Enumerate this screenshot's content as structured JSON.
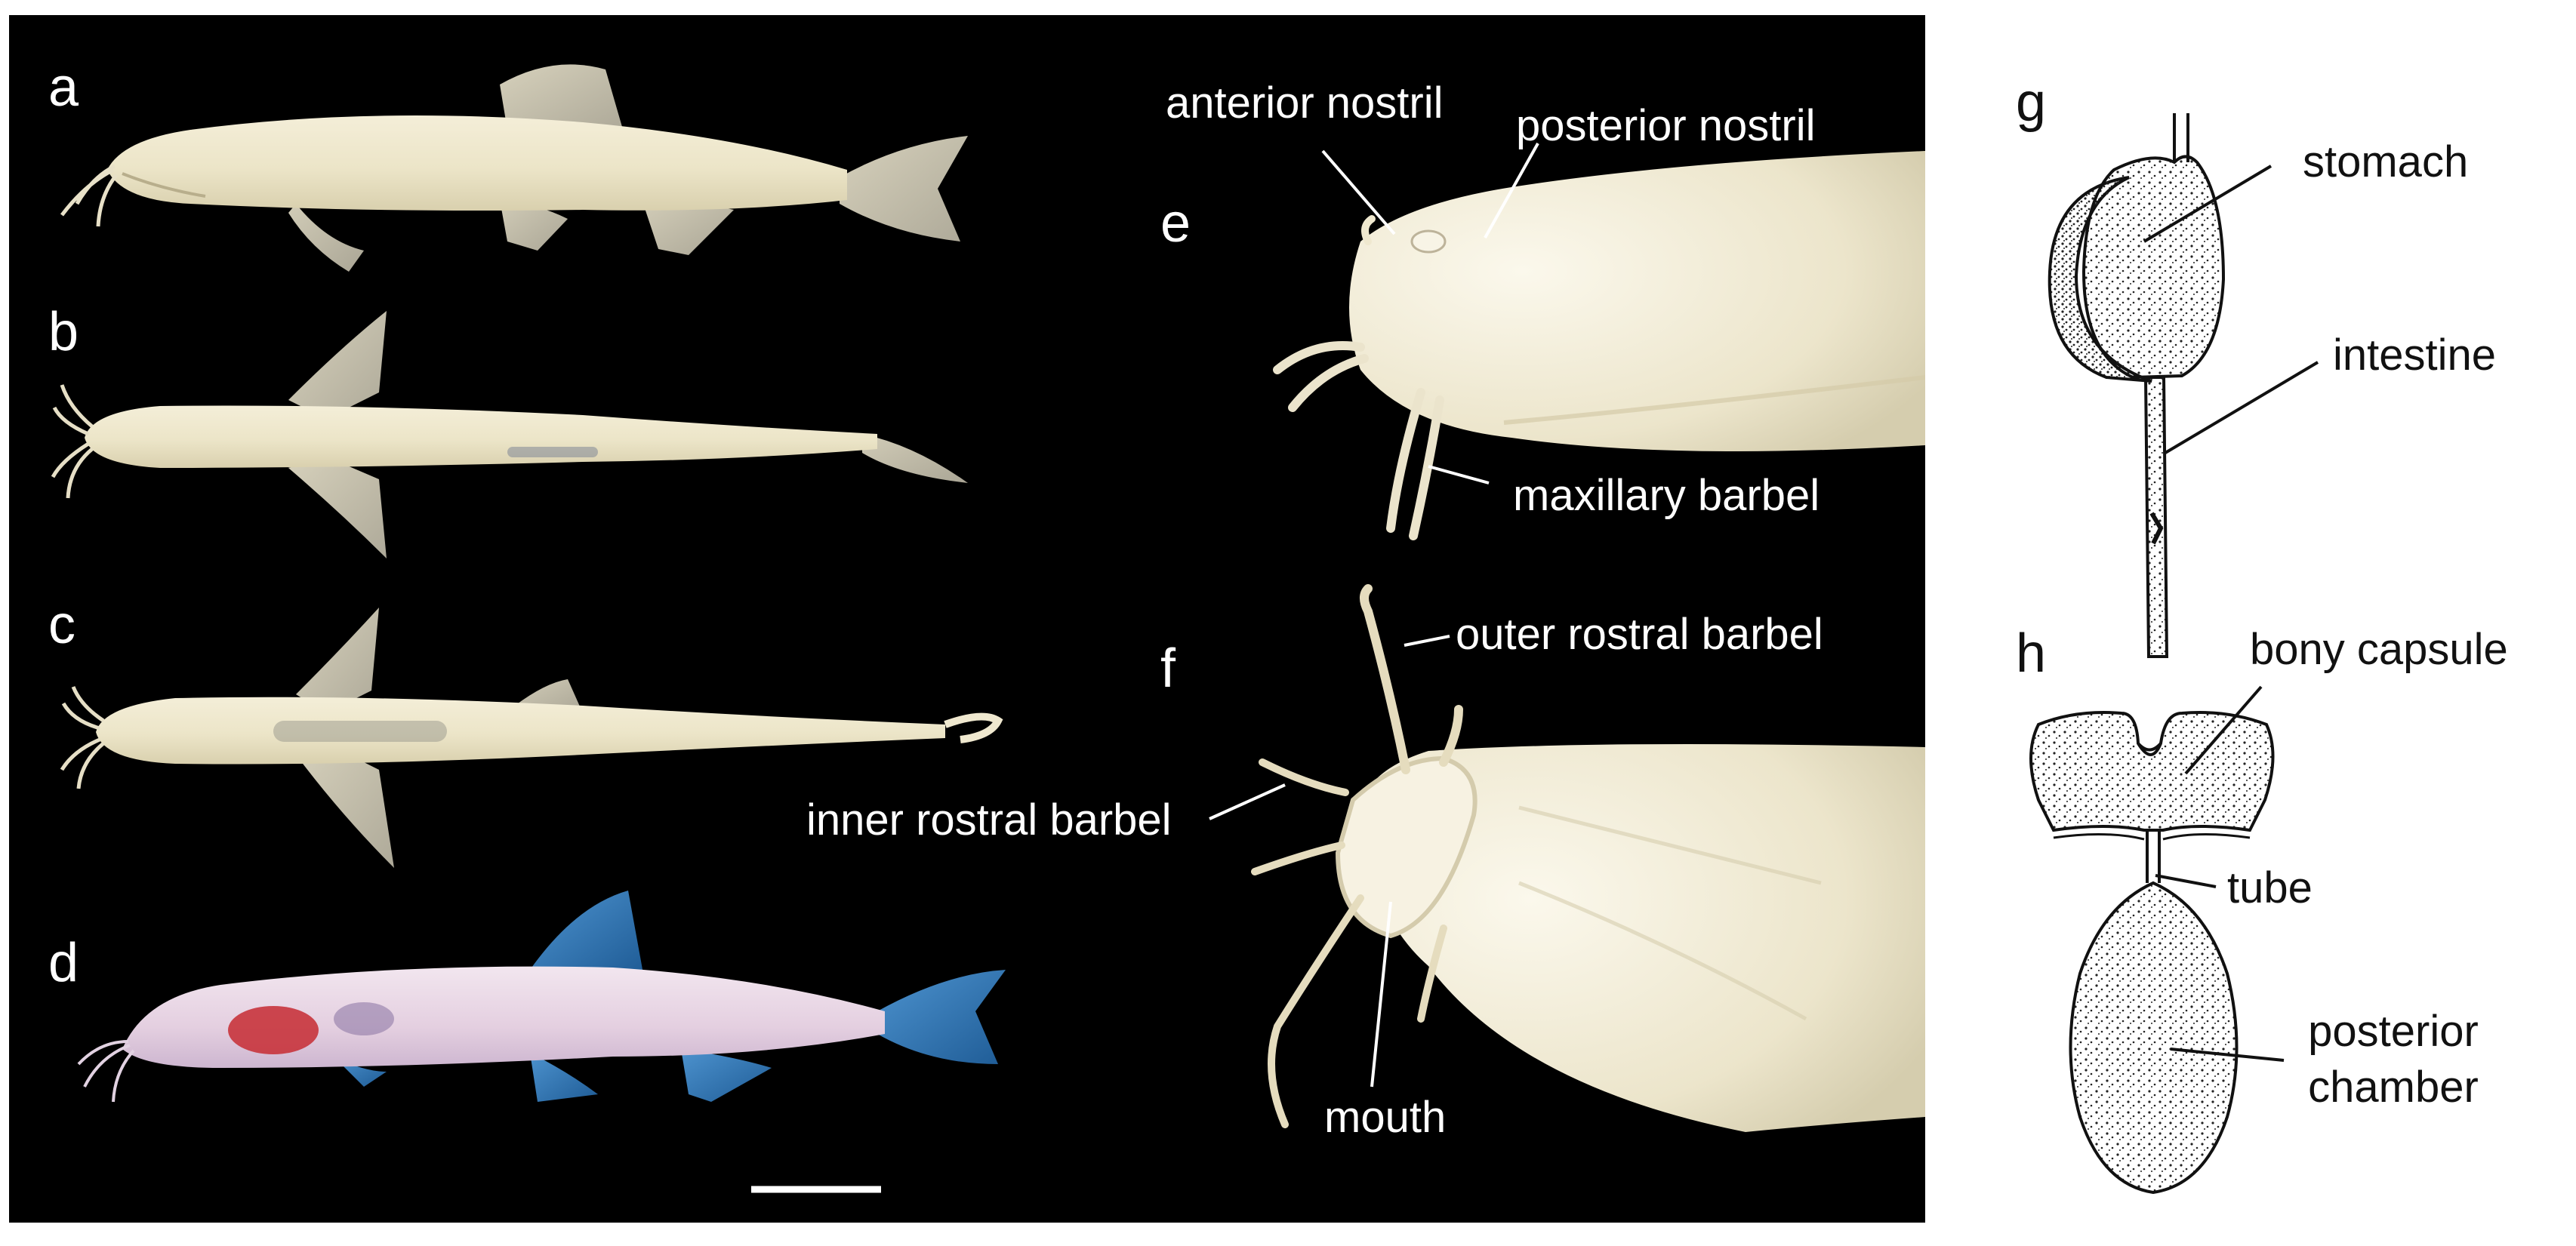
{
  "panels": {
    "a": "a",
    "b": "b",
    "c": "c",
    "d": "d",
    "e": "e",
    "f": "f",
    "g": "g",
    "h": "h"
  },
  "annotations": {
    "anterior_nostril": "anterior nostril",
    "posterior_nostril": "posterior nostril",
    "maxillary_barbel": "maxillary barbel",
    "outer_rostral_barbel": "outer rostral barbel",
    "inner_rostral_barbel": "inner rostral barbel",
    "mouth": "mouth",
    "stomach": "stomach",
    "intestine": "intestine",
    "bony_capsule": "bony capsule",
    "tube": "tube",
    "posterior_chamber": "posterior chamber"
  },
  "colors": {
    "photo_background": "#000000",
    "preserved_specimen": "#efe8cf",
    "live_specimen": "#e8d6e6",
    "live_fins": "#2f78b8",
    "gut_red": "#c8343c",
    "label_light": "#ffffff",
    "label_dark": "#111111"
  },
  "scale_bar": true
}
